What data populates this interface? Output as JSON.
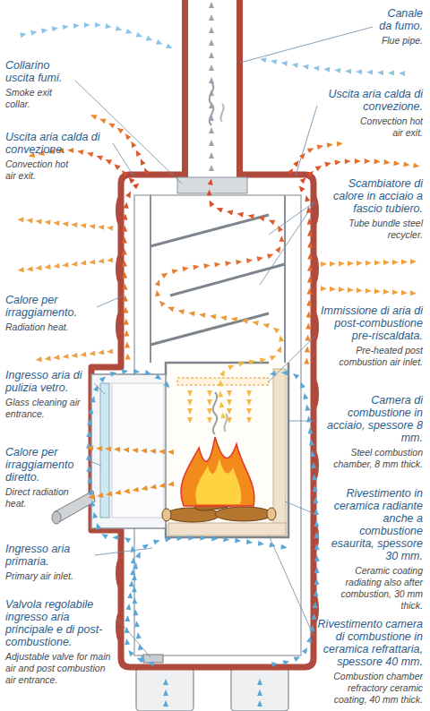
{
  "diagram": {
    "labels": [
      "Canale da fumo.",
      "Flue pipe.",
      "Collarino uscita fumi.",
      "Smoke exit collar.",
      "Uscita aria calda di convezione.",
      "Convection hot air exit.",
      "Uscita aria calda di convezione.",
      "Convection hot air exit.",
      "Scambiatore di calore in acciaio a fascio tubiero.",
      "Tube bundle steel recycler.",
      "Calore per irraggiamento.",
      "Radiation heat.",
      "Immissione di aria di post-combustione pre-riscaldata.",
      "Pre-heated post combustion air inlet.",
      "Ingresso aria di pulizia vetro.",
      "Glass cleaning air entrance.",
      "Camera di combustione in acciaio, spessore 8 mm.",
      "Steel combustion chamber, 8 mm thick.",
      "Calore per irraggiamento diretto.",
      "Direct radiation heat.",
      "Rivestimento in ceramica radiante anche a combustione esaurita, spessore 30 mm.",
      "Ceramic coating radiating also after combustion, 30 mm thick.",
      "Ingresso aria primaria.",
      "Primary air inlet.",
      "Valvola regolabile ingresso aria principale e di post-combustione.",
      "Adjustable valve for main air and post combustion air entrance.",
      "Rivestimento camera di combustione in ceramica refrattaria, spessore 40 mm.",
      "Combustion chamber refractory ceramic coating, 40 mm thick."
    ]
  }
}
